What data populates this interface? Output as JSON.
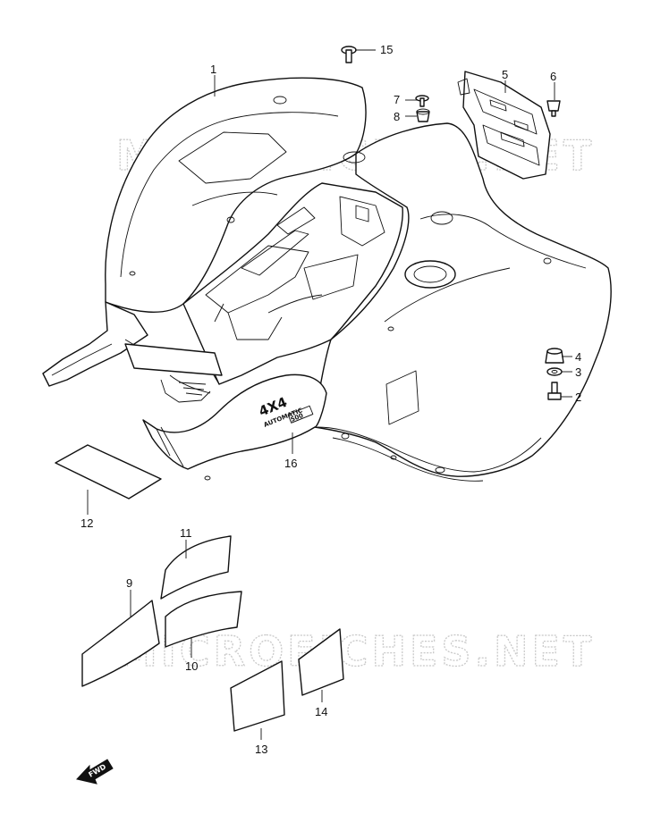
{
  "watermark": "MICROFICHES.NET",
  "fender_logo": {
    "badge": "4X4",
    "subtext": "AUTOMATIC",
    "plate": "500"
  },
  "direction_badge": "FWD",
  "part_labels": {
    "p1": "1",
    "p2": "2",
    "p3": "3",
    "p4": "4",
    "p5": "5",
    "p6": "6",
    "p7": "7",
    "p8": "8",
    "p9": "9",
    "p10": "10",
    "p11": "11",
    "p12": "12",
    "p13": "13",
    "p14": "14",
    "p15": "15",
    "p16": "16"
  }
}
